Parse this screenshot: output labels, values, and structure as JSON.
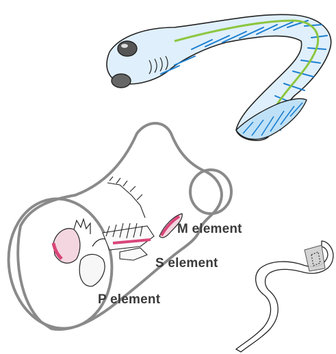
{
  "figure": {
    "labels": {
      "m_element": "M element",
      "s_element": "S element",
      "p_element": "P element"
    },
    "colors": {
      "outline": "#8a8a8a",
      "animal_outline": "#222222",
      "body_blue": "#1b7fd0",
      "body_light_blue": "#9fd2f2",
      "stripe_green": "#8cc63f",
      "element_pink": "#d9467a",
      "label_text": "#3a3a3a"
    }
  }
}
